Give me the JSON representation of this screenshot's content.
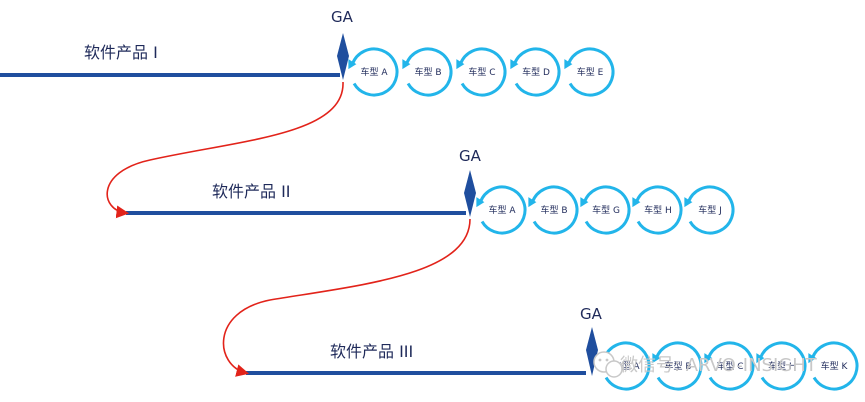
{
  "colors": {
    "line": "#1f4e9e",
    "arrow": "#e2231a",
    "ring": "#22b5ea",
    "ga_marker": "#1f4e9e",
    "text": "#1f2a5a"
  },
  "ga_label": "GA",
  "products": [
    {
      "label": "软件产品 I",
      "models": [
        "车型 A",
        "车型 B",
        "车型 C",
        "车型 D",
        "车型 E"
      ]
    },
    {
      "label": "软件产品 II",
      "models": [
        "车型 A",
        "车型 B",
        "车型 G",
        "车型 H",
        "车型 J"
      ]
    },
    {
      "label": "软件产品 III",
      "models": [
        "车型 A",
        "车型 B",
        "车型 C",
        "车型 H",
        "车型 K"
      ]
    }
  ],
  "watermark": {
    "icon": "wechat-icon",
    "text": "微信号: ARVO-INSIGHT"
  }
}
